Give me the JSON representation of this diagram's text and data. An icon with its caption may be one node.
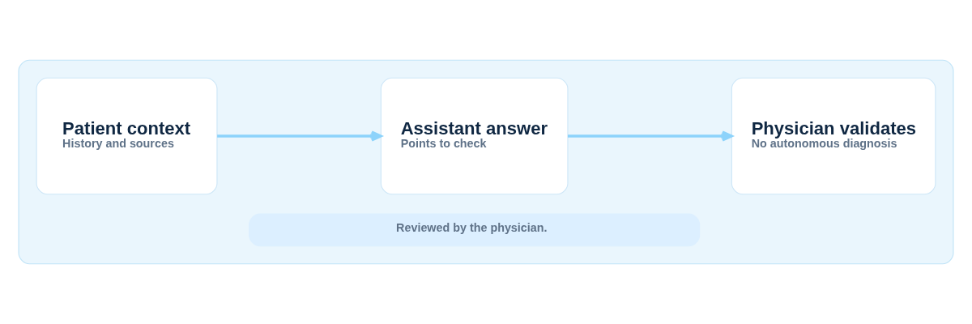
{
  "diagram": {
    "nodes": [
      {
        "text": [],
        "shape": "box"
      },
      {
        "text": [
          "Patient context",
          "History and sources"
        ],
        "in": 0
      },
      {
        "text": [
          "Assistant answer",
          "Points to check"
        ],
        "in": 0
      },
      {
        "text": [
          "Physician validates",
          "No autonomous diagnosis"
        ],
        "in": 0
      },
      {
        "text": [
          "Reviewed by the physician."
        ],
        "in": 0
      }
    ],
    "edges": [
      {
        "from": 1,
        "to": 2,
        "arrow": "to"
      },
      {
        "from": 2,
        "to": 3,
        "arrow": "to"
      }
    ]
  }
}
